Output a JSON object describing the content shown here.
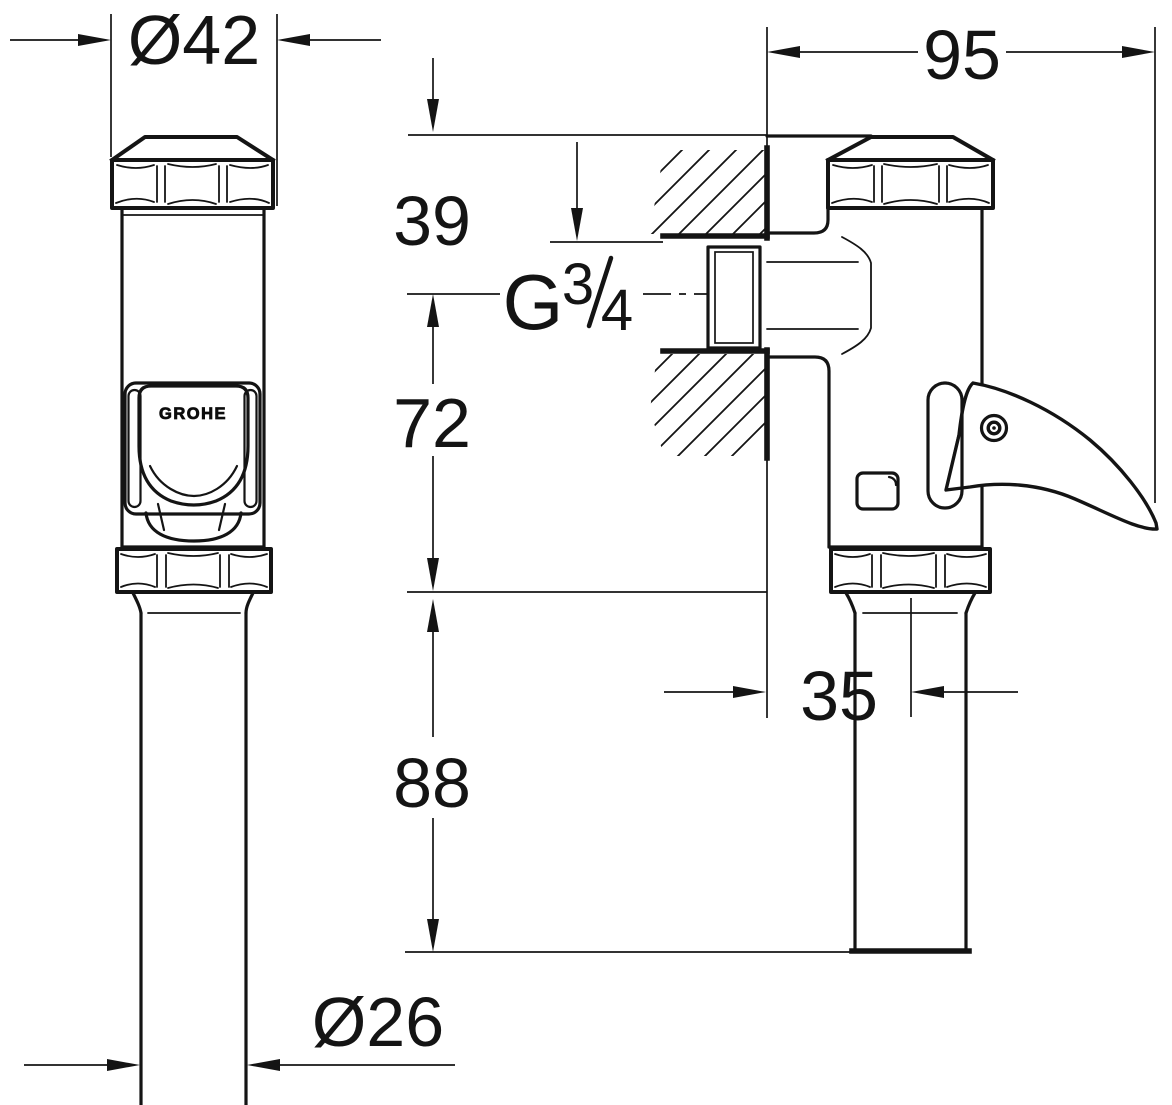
{
  "front_view": {
    "top_diameter_label": "Ø42",
    "bottom_diameter_label": "Ø26",
    "button_logo": "GROHE"
  },
  "side_view": {
    "depth_label": "95",
    "inlet_top_offset_label": "39",
    "thread_label": {
      "prefix": "G",
      "numerator": "3",
      "denominator": "4"
    },
    "center_to_base_label": "72",
    "base_to_outlet_label": "88",
    "wall_to_center_label": "35"
  },
  "colors": {
    "line": "#141414",
    "background": "#ffffff"
  }
}
